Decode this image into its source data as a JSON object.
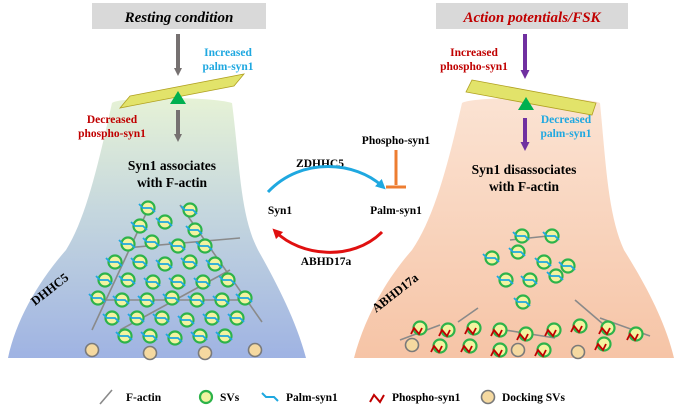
{
  "left_panel": {
    "title": "Resting condition",
    "increased_label": [
      "Increased",
      "palm-syn1"
    ],
    "decreased_label": [
      "Decreased",
      "phospho-syn1"
    ],
    "assoc_label": [
      "Syn1 associates",
      "with F-actin"
    ],
    "enzyme_label": "DHHC5"
  },
  "right_panel": {
    "title": "Action potentials/FSK",
    "increased_label": [
      "Increased",
      "phospho-syn1"
    ],
    "decreased_label": [
      "Decreased",
      "palm-syn1"
    ],
    "assoc_label": [
      "Syn1 disassociates",
      "with F-actin"
    ],
    "enzyme_label": "ABHD17a"
  },
  "center": {
    "phospho": "Phospho-syn1",
    "zdhhc5": "ZDHHC5",
    "syn1": "Syn1",
    "palm": "Palm-syn1",
    "abhd17a": "ABHD17a"
  },
  "legend": {
    "factin": "F-actin",
    "svs": "SVs",
    "palm": "Palm-syn1",
    "phospho": "Phospho-syn1",
    "docking": "Docking SVs"
  },
  "colors": {
    "left_title_bg": "#d9d9d9",
    "right_title_bg": "#d9d9d9",
    "right_title_text": "#c00000",
    "palm_blue": "#1fa8e0",
    "phospho_red": "#c00000",
    "purple_arrow": "#7030a0",
    "gray_arrow": "#767171",
    "lever_yellow": "#e2e36a",
    "fulcrum_green": "#00b050",
    "sv_green": "#2db34a",
    "sv_fill": "#f3f3a0",
    "dock_fill": "#f5d9a0"
  }
}
